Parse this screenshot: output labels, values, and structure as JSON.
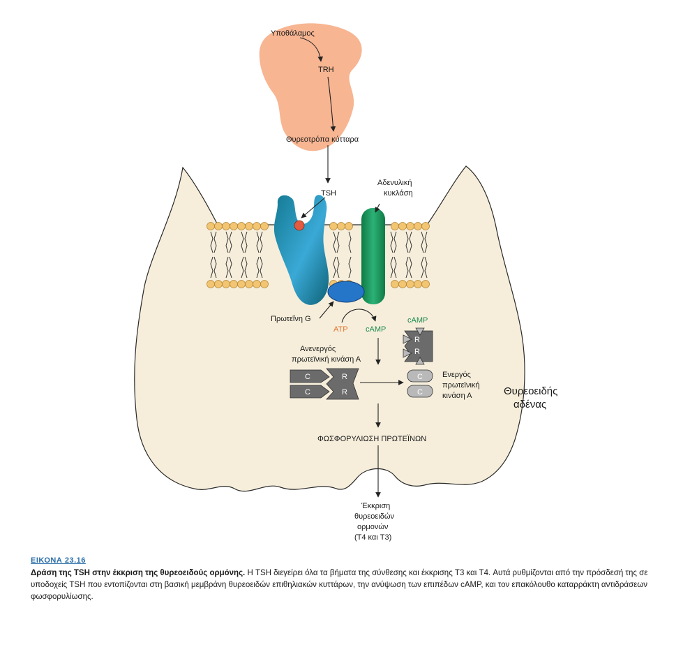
{
  "labels": {
    "hypothalamus": "Υποθάλαμος",
    "trh": "TRH",
    "thyrotropes": "Θυρεοτρόπα κύτταρα",
    "tsh": "TSH",
    "adenylyl_1": "Αδενυλική",
    "adenylyl_2": "κυκλάση",
    "g_protein": "Πρωτεΐνη G",
    "atp": "ATP",
    "camp": "cAMP",
    "camp_top": "cAMP",
    "inactive_1": "Ανενεργός",
    "inactive_2": "πρωτεϊνική κινάση Α",
    "active_1": "Ενεργός",
    "active_2": "πρωτεϊνική",
    "active_3": "κινάση Α",
    "gland_1": "Θυρεοειδής",
    "gland_2": "αδένας",
    "phosphorylation": "ΦΩΣΦΟΡΥΛΙΩΣΗ ΠΡΩΤΕΪΝΩΝ",
    "secretion_1": "Έκκριση",
    "secretion_2": "θυρεοειδών",
    "secretion_3": "ορμονών",
    "secretion_4": "(T4 και T3)",
    "c": "C",
    "r": "R"
  },
  "caption": {
    "figure_label": "ΕΙΚΟΝΑ 23.16",
    "title": "Δράση της TSH στην έκκριση της θυρεοειδούς ορμόνης.",
    "body": "Η TSH διεγείρει όλα τα βήματα της σύνθεσης και έκκρισης T3 και T4. Αυτά ρυθμίζονται από την πρόσδεσή της σε υποδοχείς TSH που εντοπίζονται στη βασική μεμβράνη θυρεοειδών επιθηλιακών κυττάρων, την ανύψωση των επιπέδων cAMP, και τον επακόλουθο καταρράκτη αντιδράσεων φωσφορυλίωσης."
  },
  "colors": {
    "gland_fill": "#f6eedb",
    "pituitary_fill": "#f7b592",
    "lipid_head": "#f2c572",
    "receptor": "#1f8fa6",
    "cyclase": "#1f9960",
    "g_protein": "#2576c9",
    "tsh": "#e25a3f",
    "atp": "#e2732a",
    "camp": "#1d8a4e",
    "kinase_dark": "#6b6b6b",
    "kinase_light": "#b9b9b9"
  }
}
